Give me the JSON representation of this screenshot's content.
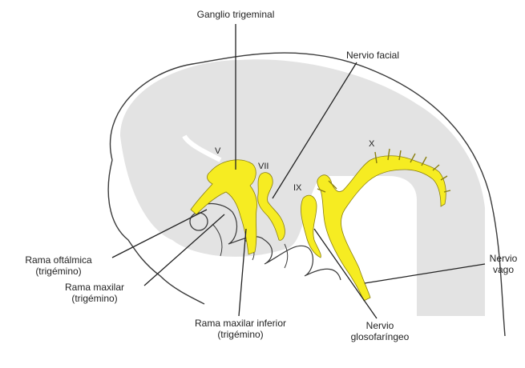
{
  "labels": {
    "ganglio_trigeminal": "Ganglio trigeminal",
    "nervio_facial": "Nervio facial",
    "rama_oftalmica": [
      "Rama oftálmica",
      "(trigémino)"
    ],
    "rama_maxilar": [
      "Rama maxilar",
      "(trigémino)"
    ],
    "rama_maxilar_inferior": [
      "Rama maxilar inferior",
      "(trigémino)"
    ],
    "nervio_glosofaringeo": [
      "Nervio",
      "glosofaríngeo"
    ],
    "nervio_vago": [
      "Nervio",
      "vago"
    ]
  },
  "roman_numerals": {
    "v": "V",
    "vii": "VII",
    "ix": "IX",
    "x": "X"
  },
  "colors": {
    "nerve": "#f6ec22",
    "nerve_stroke": "#8a7f10",
    "embryo_fill": "#e3e3e3",
    "outline": "#3a3a3a",
    "leader": "#222222"
  }
}
